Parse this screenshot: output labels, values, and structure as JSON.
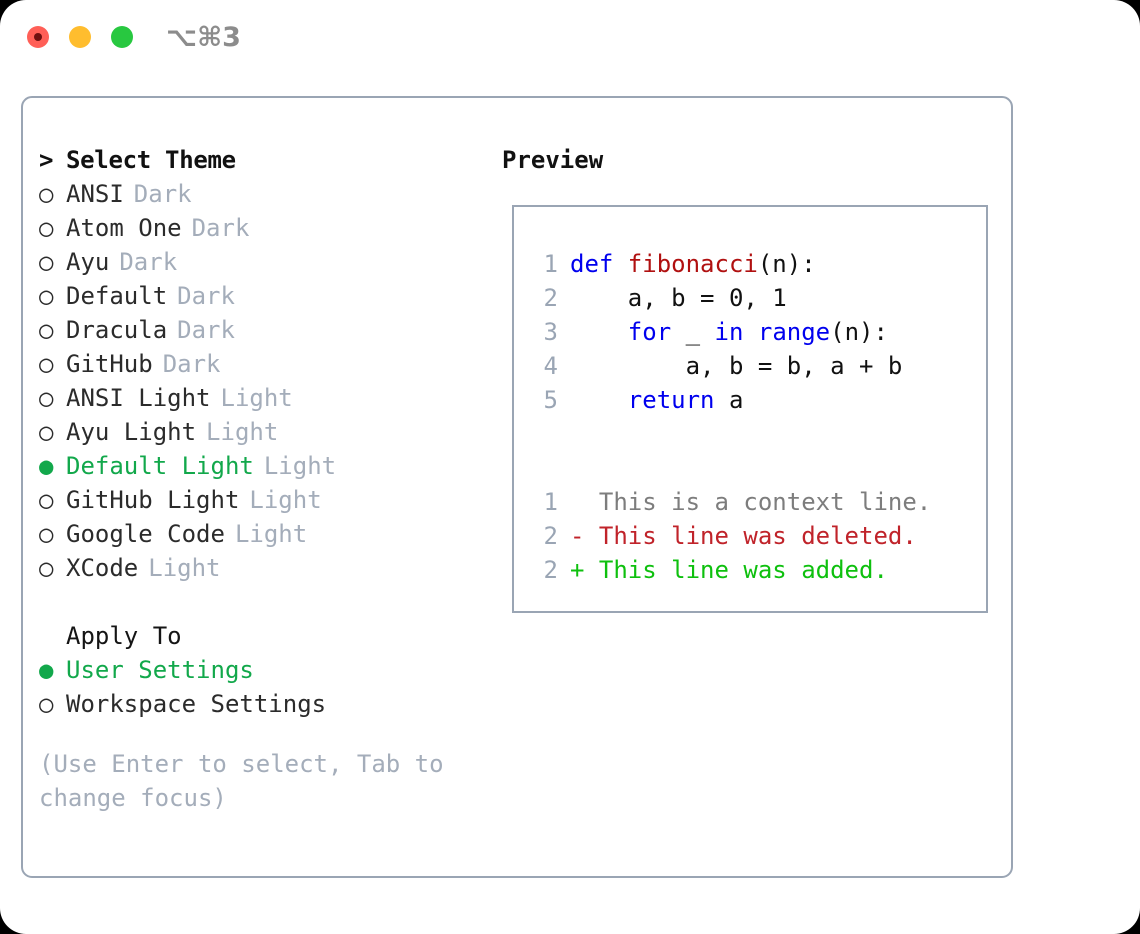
{
  "window": {
    "shortcut": "⌥⌘3",
    "traffic_lights": [
      {
        "name": "close",
        "color": "#ff5f57"
      },
      {
        "name": "minimize",
        "color": "#ffbd2e"
      },
      {
        "name": "maximize",
        "color": "#28c840"
      }
    ]
  },
  "theme_picker": {
    "title": "Select Theme",
    "title_marker": ">",
    "marker_unselected": "○",
    "marker_selected": "●",
    "selected_color": "#12a84b",
    "items": [
      {
        "label": "ANSI",
        "kind": "Dark",
        "selected": false
      },
      {
        "label": "Atom One",
        "kind": "Dark",
        "selected": false
      },
      {
        "label": "Ayu",
        "kind": "Dark",
        "selected": false
      },
      {
        "label": "Default",
        "kind": "Dark",
        "selected": false
      },
      {
        "label": "Dracula",
        "kind": "Dark",
        "selected": false
      },
      {
        "label": "GitHub",
        "kind": "Dark",
        "selected": false
      },
      {
        "label": "ANSI Light",
        "kind": "Light",
        "selected": false
      },
      {
        "label": "Ayu Light",
        "kind": "Light",
        "selected": false
      },
      {
        "label": "Default Light",
        "kind": "Light",
        "selected": true
      },
      {
        "label": "GitHub Light",
        "kind": "Light",
        "selected": false
      },
      {
        "label": "Google Code",
        "kind": "Light",
        "selected": false
      },
      {
        "label": "XCode",
        "kind": "Light",
        "selected": false
      }
    ]
  },
  "apply_to": {
    "title": "Apply To",
    "items": [
      {
        "label": "User Settings",
        "selected": true
      },
      {
        "label": "Workspace Settings",
        "selected": false
      }
    ]
  },
  "hint": "(Use Enter to select, Tab to change focus)",
  "preview": {
    "title": "Preview",
    "code_lines": [
      {
        "no": "1",
        "tokens": [
          {
            "t": "def ",
            "c": "kw"
          },
          {
            "t": "fibonacci",
            "c": "fn"
          },
          {
            "t": "(n):",
            "c": "plain"
          }
        ]
      },
      {
        "no": "2",
        "tokens": [
          {
            "t": "    a, b = 0, 1",
            "c": "plain"
          }
        ]
      },
      {
        "no": "3",
        "tokens": [
          {
            "t": "    ",
            "c": "plain"
          },
          {
            "t": "for",
            "c": "kw"
          },
          {
            "t": " _ ",
            "c": "plain"
          },
          {
            "t": "in",
            "c": "kw"
          },
          {
            "t": " ",
            "c": "plain"
          },
          {
            "t": "range",
            "c": "builtin"
          },
          {
            "t": "(n):",
            "c": "plain"
          }
        ]
      },
      {
        "no": "4",
        "tokens": [
          {
            "t": "        a, b = b, a + b",
            "c": "plain"
          }
        ]
      },
      {
        "no": "5",
        "tokens": [
          {
            "t": "    ",
            "c": "plain"
          },
          {
            "t": "return",
            "c": "kw"
          },
          {
            "t": " a",
            "c": "plain"
          }
        ]
      }
    ],
    "diff_lines": [
      {
        "no": "1",
        "sign": " ",
        "text": " This is a context line.",
        "kind": "ctx"
      },
      {
        "no": "2",
        "sign": "-",
        "text": " This line was deleted.",
        "kind": "del"
      },
      {
        "no": "2",
        "sign": "+",
        "text": " This line was added.",
        "kind": "add"
      }
    ],
    "colors": {
      "keyword": "#0000ee",
      "function": "#b01010",
      "plain": "#111111",
      "lineno": "#9aa5b4",
      "diff_context": "#7d7d7d",
      "diff_deleted": "#c0232a",
      "diff_added": "#0ec00e",
      "border": "#9aa5b4"
    }
  }
}
